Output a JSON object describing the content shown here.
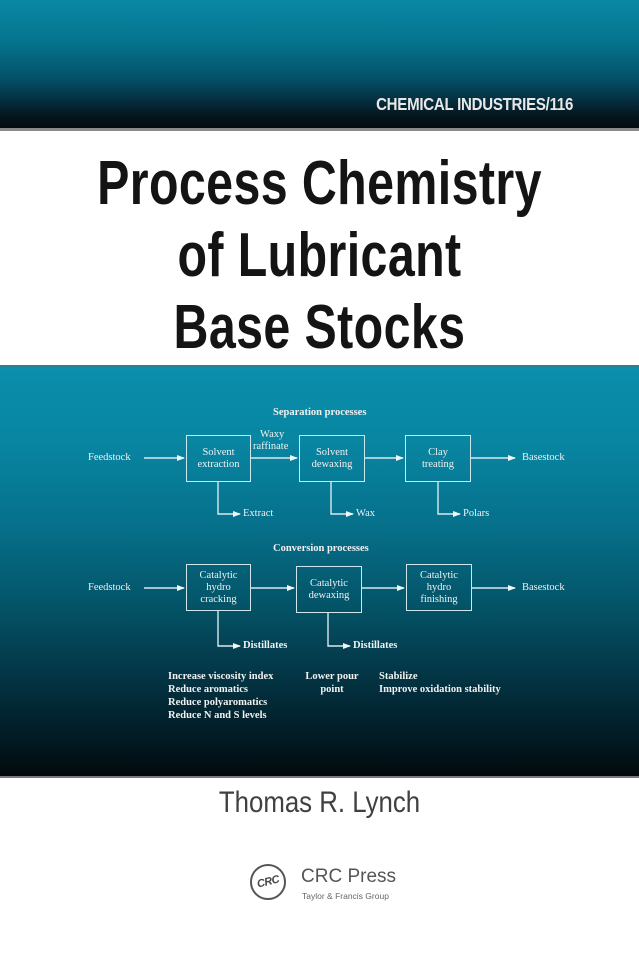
{
  "cover": {
    "series": "CHEMICAL INDUSTRIES/116",
    "title_lines": [
      "Process Chemistry",
      "of Lubricant",
      "Base Stocks"
    ],
    "author": "Thomas R. Lynch",
    "publisher": {
      "logo_text": "CRC",
      "name": "CRC Press",
      "subtitle": "Taylor & Francis Group"
    },
    "colors": {
      "teal": "#0a8eab",
      "dark": "#05090d",
      "title_text": "#141414",
      "author_text": "#404040"
    }
  },
  "diagram": {
    "separation": {
      "heading": "Separation processes",
      "input": "Feedstock",
      "output": "Basestock",
      "connector_label_1": "Waxy",
      "connector_label_2": "raffinate",
      "boxes": [
        {
          "line1": "Solvent",
          "line2": "extraction",
          "byproduct": "Extract"
        },
        {
          "line1": "Solvent",
          "line2": "dewaxing",
          "byproduct": "Wax"
        },
        {
          "line1": "Clay",
          "line2": "treating",
          "byproduct": "Polars"
        }
      ]
    },
    "conversion": {
      "heading": "Conversion processes",
      "input": "Feedstock",
      "output": "Basestock",
      "boxes": [
        {
          "line1": "Catalytic",
          "line2": "hydro",
          "line3": "cracking",
          "byproduct": "Distillates"
        },
        {
          "line1": "Catalytic",
          "line2": "dewaxing",
          "byproduct": "Distillates"
        },
        {
          "line1": "Catalytic",
          "line2": "hydro",
          "line3": "finishing"
        }
      ]
    },
    "notes": {
      "col1": [
        "Increase viscosity index",
        "Reduce aromatics",
        "Reduce polyaromatics",
        "Reduce N and S levels"
      ],
      "col2": [
        "Lower pour",
        "point"
      ],
      "col3": [
        "Stabilize",
        "Improve oxidation stability"
      ]
    }
  }
}
